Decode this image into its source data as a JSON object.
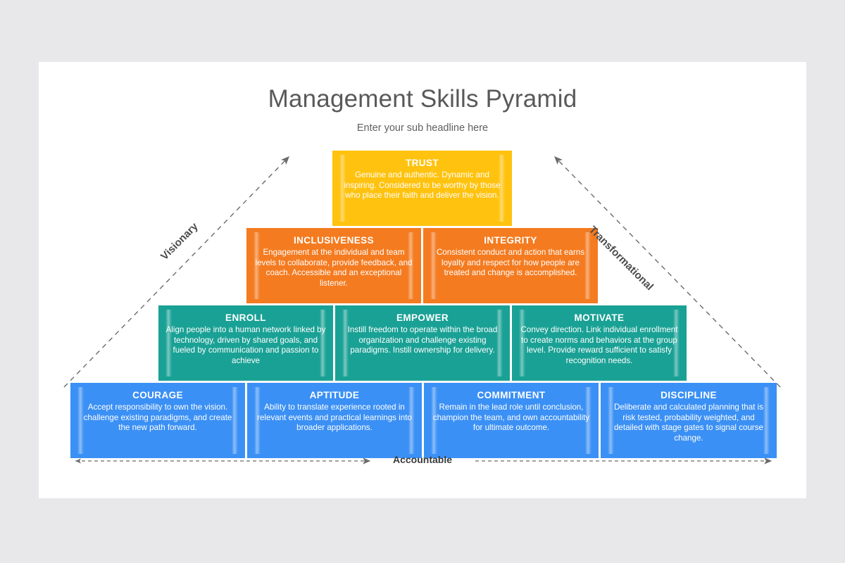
{
  "header": {
    "title": "Management Skills Pyramid",
    "subtitle": "Enter your sub headline here"
  },
  "colors": {
    "canvas": "#e8e8ea",
    "slide": "#ffffff",
    "level1_trust": "#FFC20E",
    "level2_orange": "#F47B20",
    "level3_teal": "#1AA195",
    "level4_blue": "#3B90F5",
    "title_text": "#595959",
    "arrow": "#6b6b6b"
  },
  "annotations": {
    "left": "Visionary",
    "right": "Transformational",
    "bottom": "Accountable"
  },
  "chart_data": {
    "type": "pyramid",
    "title": "Management Skills Pyramid",
    "subtitle": "Enter your sub headline here",
    "levels": [
      {
        "level": 1,
        "color": "#FFC20E",
        "blocks": [
          {
            "heading": "TRUST",
            "description": "Genuine and authentic. Dynamic and inspiring. Considered to be worthy by those who place their faith and deliver the vision."
          }
        ]
      },
      {
        "level": 2,
        "color": "#F47B20",
        "blocks": [
          {
            "heading": "INCLUSIVENESS",
            "description": "Engagement at the individual and team levels to collaborate, provide feedback, and coach. Accessible and an exceptional listener."
          },
          {
            "heading": "INTEGRITY",
            "description": "Consistent conduct and action that earns loyalty and respect for how people are treated and change is accomplished."
          }
        ]
      },
      {
        "level": 3,
        "color": "#1AA195",
        "blocks": [
          {
            "heading": "ENROLL",
            "description": "Align people into a human network linked by technology, driven by shared goals, and fueled by communication and passion to achieve"
          },
          {
            "heading": "EMPOWER",
            "description": "Instill freedom to operate within the broad organization and challenge existing paradigms. Instill ownership for delivery."
          },
          {
            "heading": "MOTIVATE",
            "description": "Convey direction. Link individual enrollment to create norms and behaviors at the group level. Provide reward sufficient to satisfy recognition needs."
          }
        ]
      },
      {
        "level": 4,
        "color": "#3B90F5",
        "blocks": [
          {
            "heading": "COURAGE",
            "description": "Accept responsibility to own the vision. challenge existing paradigms, and create the new path forward."
          },
          {
            "heading": "APTITUDE",
            "description": "Ability to translate experience rooted in relevant events and practical learnings into broader applications."
          },
          {
            "heading": "COMMITMENT",
            "description": "Remain in the lead role until conclusion, champion the team, and own accountability for ultimate outcome."
          },
          {
            "heading": "DISCIPLINE",
            "description": "Deliberate and calculated planning that is risk tested, probability weighted, and detailed with stage gates to signal course change."
          }
        ]
      }
    ],
    "axis_annotations": {
      "left_diagonal": "Visionary",
      "right_diagonal": "Transformational",
      "bottom_horizontal": "Accountable"
    }
  }
}
